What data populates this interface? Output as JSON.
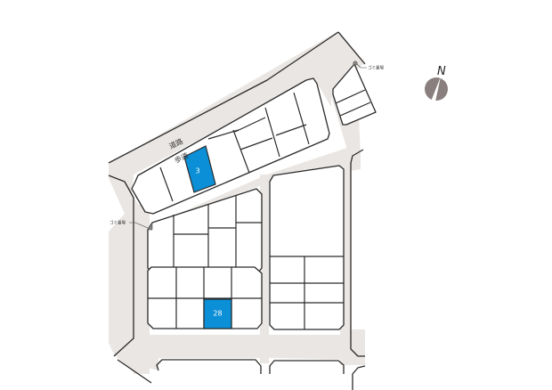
{
  "map": {
    "roads": {
      "main_road_label": "道路",
      "sidewalk_label": "歩道"
    },
    "highlighted_lots": [
      {
        "number": "3",
        "color": "#0b8fd6"
      },
      {
        "number": "28",
        "color": "#0b8fd6"
      }
    ],
    "garbage_stations": [
      {
        "label": "ゴミ置場",
        "position": "northeast"
      },
      {
        "label": "ゴミ置場",
        "position": "west"
      }
    ],
    "compass": {
      "label": "N",
      "color": "#8a7f7f"
    },
    "colors": {
      "road": "#e9e6e3",
      "lot_outline": "#2a2a2a",
      "highlight": "#0b8fd6",
      "background": "#ffffff"
    }
  }
}
